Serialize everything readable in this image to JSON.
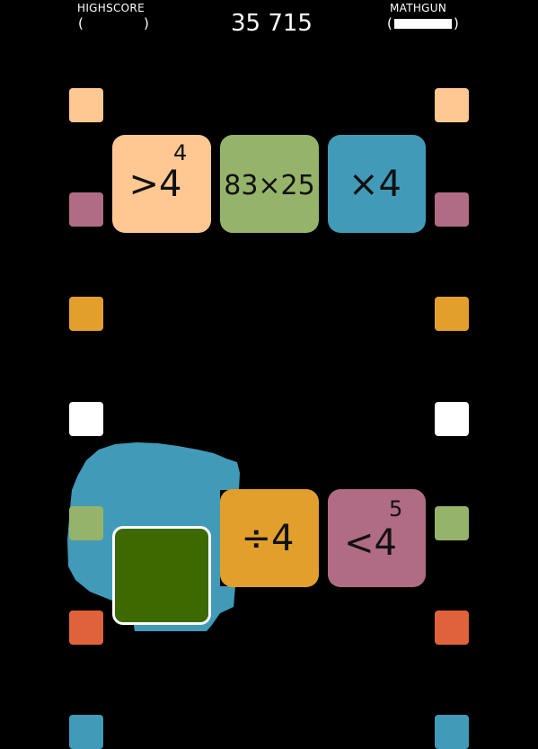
{
  "hud": {
    "highscore_label": "HIGHSCORE",
    "highscore_open": "(",
    "highscore_close": ")",
    "score": "35 715",
    "mathgun_label": "MATHGUN",
    "mathgun_open": "(",
    "mathgun_close": ")",
    "mathgun_fill": 1.0
  },
  "colors": {
    "peach": "#ffc892",
    "green": "#95b46a",
    "blue": "#419bb8",
    "mauve": "#b06c84",
    "orange": "#e39f2c",
    "white": "#ffffff",
    "red": "#e0623a",
    "player": "#3c6a00"
  },
  "cards": [
    {
      "main": ">4",
      "sup": "4",
      "color": "#ffc892"
    },
    {
      "main": "83×25",
      "sup": "",
      "color": "#95b46a"
    },
    {
      "main": "×4",
      "sup": "",
      "color": "#419bb8"
    },
    {
      "main": "÷4",
      "sup": "",
      "color": "#e39f2c"
    },
    {
      "main": "<4",
      "sup": "5",
      "color": "#b06c84"
    }
  ],
  "markers": [
    "#ffc892",
    "#b06c84",
    "#e39f2c",
    "#ffffff",
    "#95b46a",
    "#e0623a",
    "#419bb8"
  ],
  "player": {
    "color": "#3c6a00",
    "border": "#ffffff"
  },
  "splash": {
    "color": "#419bb8"
  }
}
